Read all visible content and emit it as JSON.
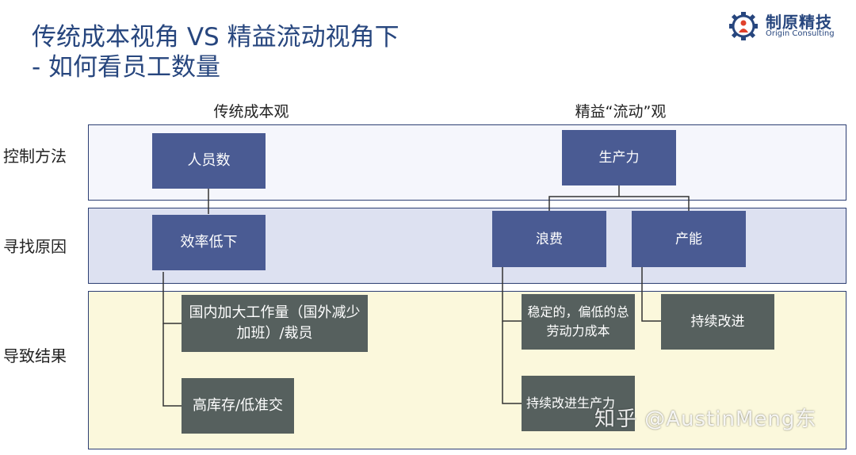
{
  "title": {
    "line1": "传统成本视角 VS 精益流动视角下",
    "line2": "- 如何看员工数量"
  },
  "logo": {
    "name": "制原精技",
    "subtitle": "Origin Consulting",
    "icon": "gear-person-icon"
  },
  "columns": {
    "left": "传统成本观",
    "right": "精益“流动”观"
  },
  "rows": {
    "control": "控制方法",
    "cause": "寻找原因",
    "result": "导致结果"
  },
  "nodes": {
    "headcount": "人员数",
    "low_efficiency": "效率低下",
    "increase_workload": "国内加大工作量（国外减少加班）/裁员",
    "high_inventory": "高库存/低准交",
    "productivity": "生产力",
    "waste": "浪费",
    "capacity": "产能",
    "stable_low_cost": "稳定的，偏低的总劳动力成本",
    "ci_productivity": "持续改进生产力",
    "ci": "持续改进"
  },
  "watermark": "知乎 @AustinMeng东",
  "colors": {
    "title": "#27467e",
    "blue_box": "#4a5b93",
    "grey_box": "#56605e",
    "band_control": "#f5f6fc",
    "band_cause": "#dde1f1",
    "band_result": "#fbf8dc"
  }
}
